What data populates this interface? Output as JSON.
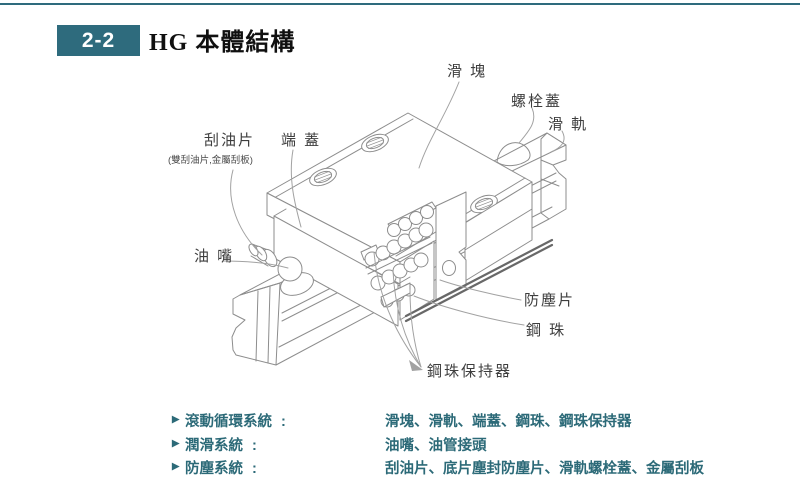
{
  "page": {
    "accent_color": "#2e6b7d",
    "list_text_color": "#2c6a78"
  },
  "header": {
    "section_number": "2-2",
    "title": "HG 本體結構"
  },
  "diagram": {
    "labels": {
      "slide_block": "滑 塊",
      "bolt_cover": "螺栓蓋",
      "rail": "滑 軌",
      "oil_scraper": "刮油片",
      "oil_scraper_note": "(雙刮油片,金屬刮板)",
      "end_cap": "端 蓋",
      "grease_nipple": "油 嘴",
      "dust_seal": "防塵片",
      "steel_ball": "鋼 珠",
      "ball_retainer": "鋼珠保持器"
    }
  },
  "systems": {
    "bullet": "▶",
    "rows": [
      {
        "label": "滾動循環系統",
        "colon": ":",
        "value": "滑塊、滑軌、端蓋、鋼珠、鋼珠保持器"
      },
      {
        "label": "潤滑系統",
        "colon": ":",
        "value": "油嘴、油管接頭"
      },
      {
        "label": "防塵系統",
        "colon": ":",
        "value": "刮油片、底片塵封防塵片、滑軌螺栓蓋、金屬刮板"
      }
    ]
  }
}
